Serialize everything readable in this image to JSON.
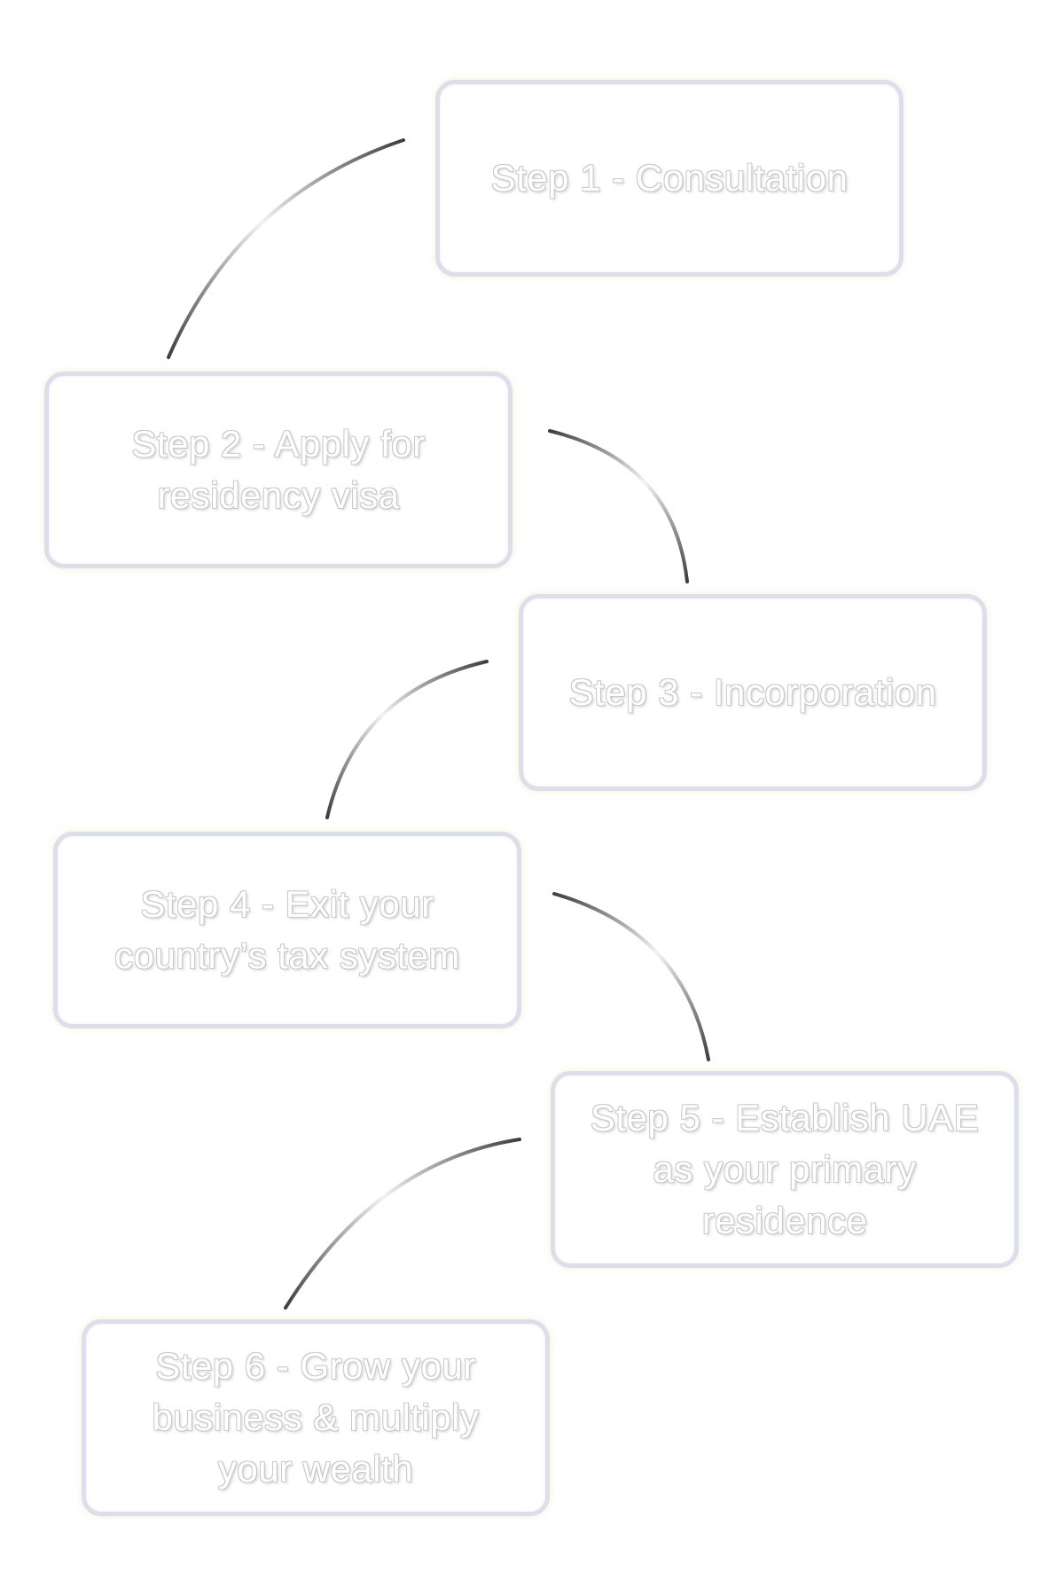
{
  "diagram": {
    "steps": [
      {
        "label": "Step 1 - Consultation"
      },
      {
        "label": "Step 2 - Apply for residency visa"
      },
      {
        "label": "Step 3 - Incorporation"
      },
      {
        "label": "Step 4 - Exit your country’s tax system"
      },
      {
        "label": "Step 5 - Establish UAE as your primary residence"
      },
      {
        "label": "Step 6 - Grow your business & multiply your wealth"
      }
    ],
    "colors": {
      "box_border": "#dcdfea",
      "text_fill": "#ffffff",
      "text_outline": "#c9c9c9",
      "connector_dark": "#3e3e3e",
      "connector_light": "#ffffff"
    }
  }
}
